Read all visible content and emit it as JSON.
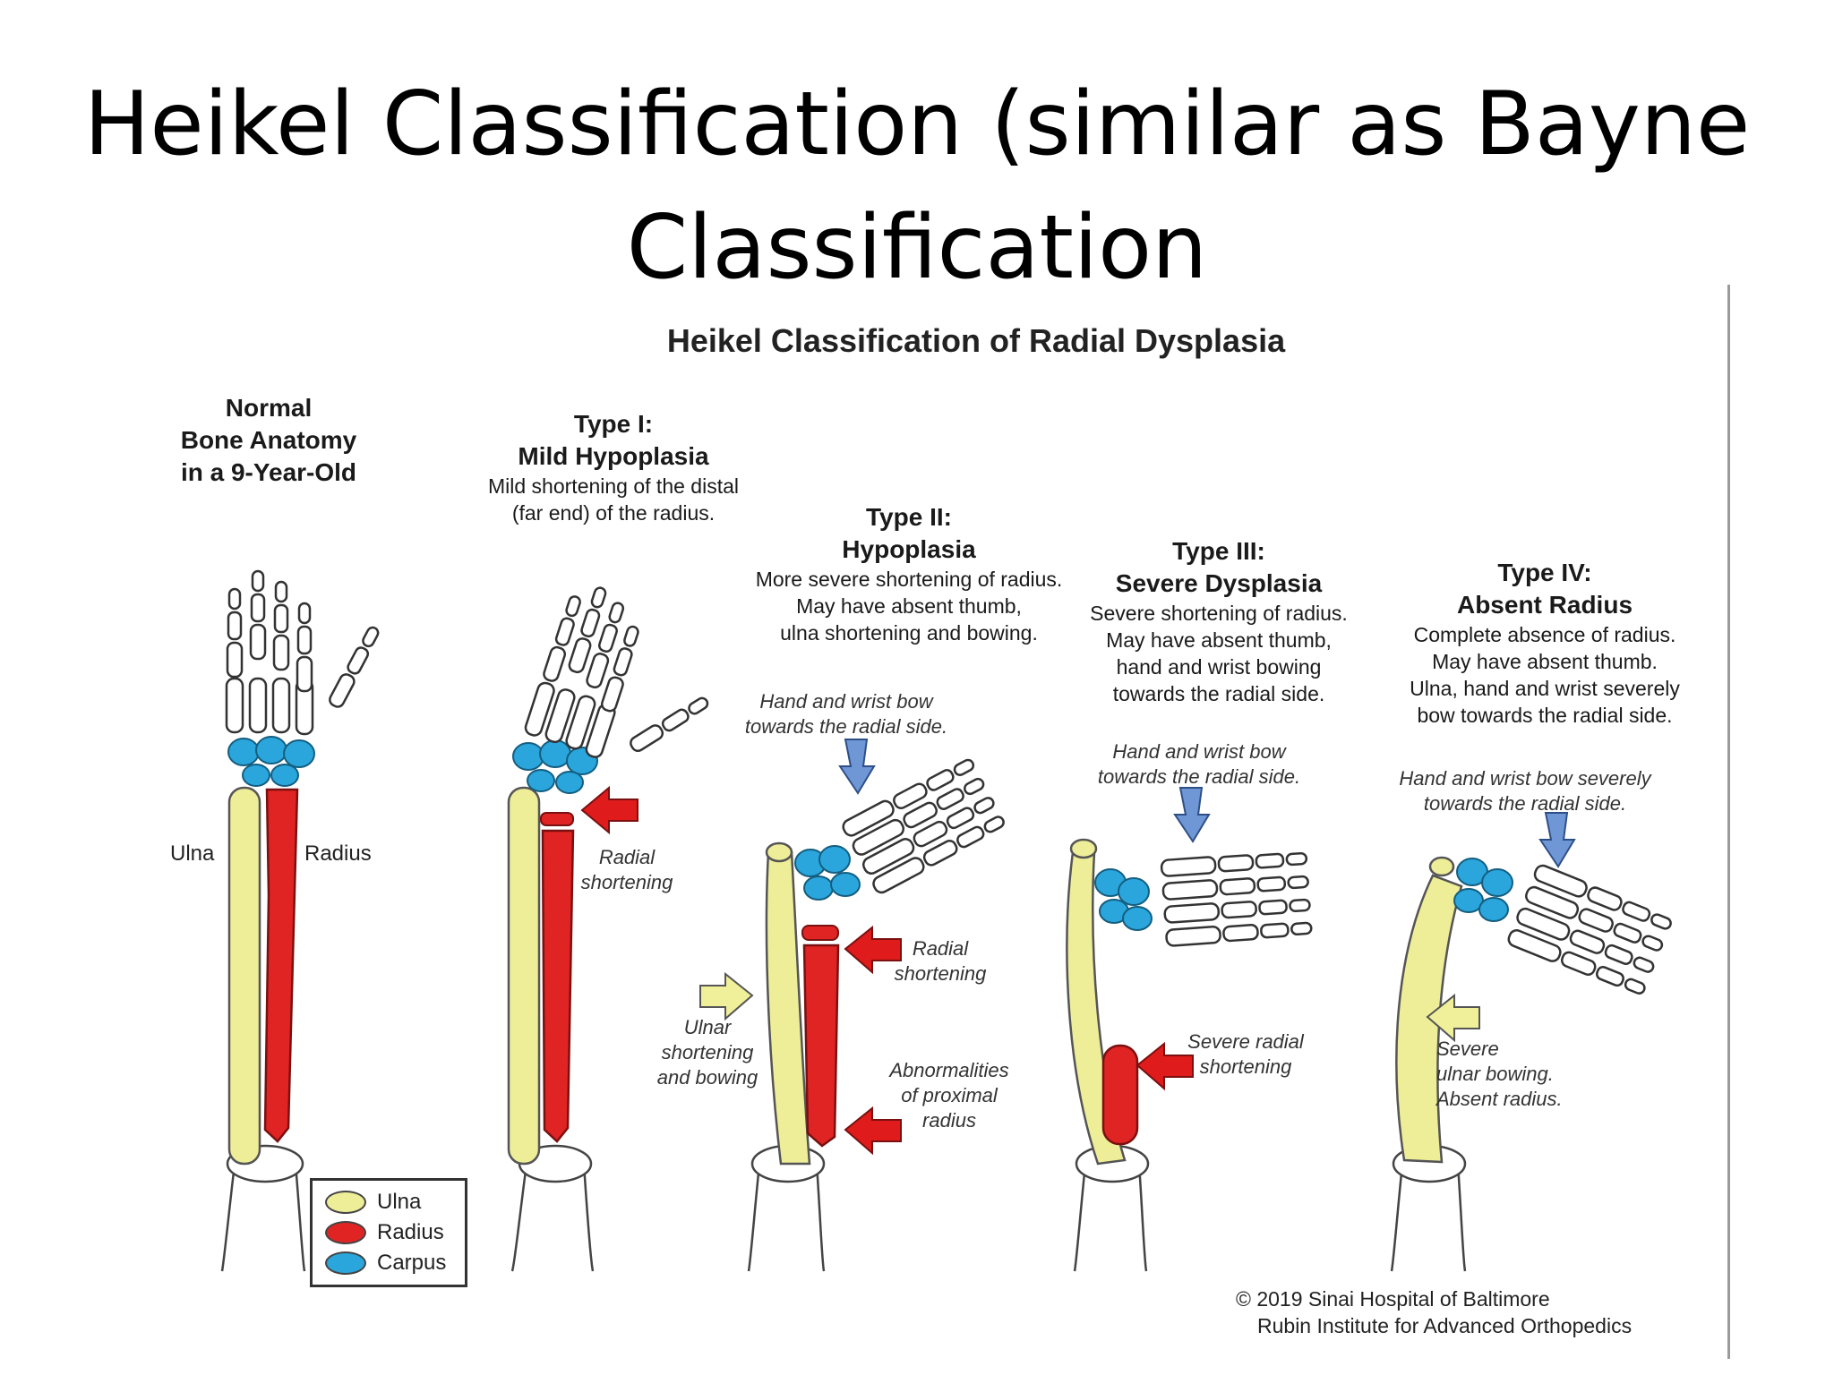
{
  "slide_title_line1": "Heikel Classification (similar as Bayne",
  "slide_title_line2": "Classification",
  "figure_title": "Heikel Classification of Radial Dysplasia",
  "normal": {
    "lines": [
      "Normal",
      "Bone Anatomy",
      "in a 9-Year-Old"
    ],
    "ulna_label": "Ulna",
    "radius_label": "Radius"
  },
  "type1": {
    "name": "Type  I:",
    "subtitle": "Mild Hypoplasia",
    "desc": [
      "Mild shortening of the distal",
      "(far end) of the radius."
    ],
    "note": [
      "Radial",
      "shortening"
    ]
  },
  "type2": {
    "name": "Type  II:",
    "subtitle": "Hypoplasia",
    "desc": [
      "More severe shortening of radius.",
      "May have absent thumb,",
      "ulna shortening and bowing."
    ],
    "note_hand": [
      "Hand and wrist bow",
      "towards the radial side."
    ],
    "note_radial": [
      "Radial",
      "shortening"
    ],
    "note_ulnar": [
      "Ulnar",
      "shortening",
      "and bowing"
    ],
    "note_proximal": [
      "Abnormalities",
      "of proximal",
      "radius"
    ]
  },
  "type3": {
    "name": "Type  III:",
    "subtitle": "Severe Dysplasia",
    "desc": [
      "Severe shortening of radius.",
      "May have absent thumb,",
      "hand and wrist bowing",
      "towards the radial side."
    ],
    "note_hand": [
      "Hand and wrist bow",
      "towards the radial side."
    ],
    "note_radial": [
      "Severe radial",
      "shortening"
    ]
  },
  "type4": {
    "name": "Type  IV:",
    "subtitle": "Absent Radius",
    "desc": [
      "Complete absence of radius.",
      "May have absent thumb.",
      "Ulna, hand and wrist severely",
      "bow towards the radial side."
    ],
    "note_hand": [
      "Hand and wrist bow severely",
      "towards the radial side."
    ],
    "note_ulnar": [
      "Severe",
      "ulnar bowing.",
      "Absent radius."
    ]
  },
  "legend": [
    {
      "label": "Ulna",
      "color": "#eeee99"
    },
    {
      "label": "Radius",
      "color": "#e02424"
    },
    {
      "label": "Carpus",
      "color": "#2aa6dc"
    }
  ],
  "credit": [
    "© 2019 Sinai Hospital of Baltimore",
    "Rubin Institute for Advanced Orthopedics"
  ],
  "colors": {
    "ulna": "#eeee99",
    "radius": "#e02424",
    "carpus": "#2aa6dc",
    "arrow_red": "#e01b1b",
    "arrow_blue": "#6f97d6",
    "arrow_yellow": "#f0f09a"
  }
}
